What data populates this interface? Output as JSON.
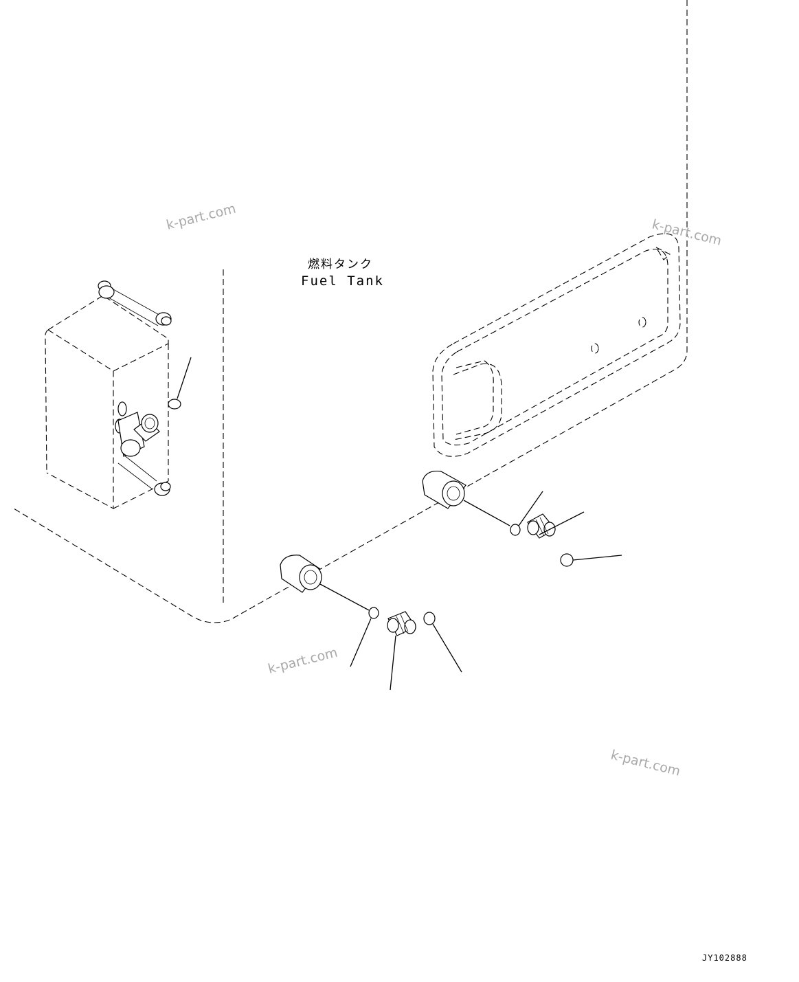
{
  "diagram": {
    "label_japanese": "燃料タンク",
    "label_english": "Fuel Tank",
    "drawing_code": "JY102888",
    "watermarks": [
      "k-part.com",
      "k-part.com",
      "k-part.com",
      "k-part.com"
    ]
  }
}
